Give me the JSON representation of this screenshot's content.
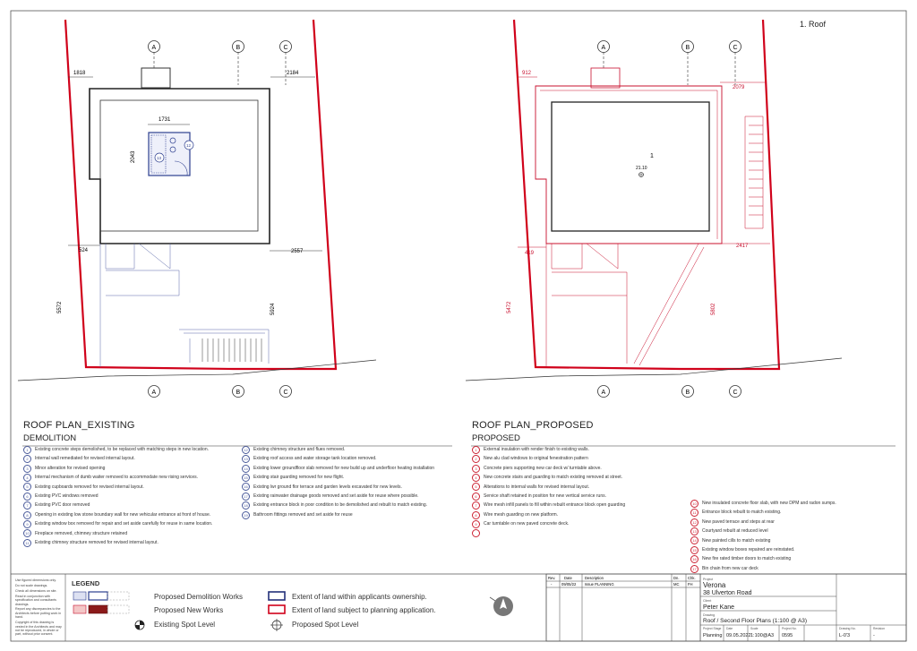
{
  "sheet_label": "1. Roof",
  "existing": {
    "title": "ROOF PLAN_EXISTING",
    "subtitle": "DEMOLITION",
    "grid_labels": [
      "A",
      "B",
      "C"
    ],
    "dims": {
      "top_left": "1818",
      "top_right": "2184",
      "mid_left": "524",
      "mid_right": "2557",
      "left_height": "5572",
      "right_height": "5924",
      "sink_w": "1731",
      "sink_h": "2043"
    },
    "tag_numbers": [
      "13",
      "12"
    ],
    "notes_col1": [
      {
        "n": "1",
        "t": "Existing concrete steps demolished, to be replaced with matching steps in new location."
      },
      {
        "n": "2",
        "t": "Internal wall remediated for revised internal layout."
      },
      {
        "n": "3",
        "t": "Minor alteration for revised opening"
      },
      {
        "n": "4",
        "t": "Internal mechanism of dumb waiter removed to accommodate new rising services."
      },
      {
        "n": "5",
        "t": "Existing cupboards removed for revised internal layout."
      },
      {
        "n": "6",
        "t": "Existing PVC windows removed"
      },
      {
        "n": "7",
        "t": "Existing PVC door removed"
      },
      {
        "n": "8",
        "t": "Opening in existing low stone boundary wall for new vehicular entrance at front of house."
      },
      {
        "n": "9",
        "t": "Existing window box removed for repair and set aside carefully for reuse in same location."
      },
      {
        "n": "10",
        "t": "Fireplace removed, chimney structure retained"
      },
      {
        "n": "11",
        "t": "Existing chimney structure removed for revised internal layout."
      }
    ],
    "notes_col2": [
      {
        "n": "12",
        "t": "Existing chimney structure and flues removed."
      },
      {
        "n": "13",
        "t": "Existing roof access and water storage tank location removed."
      },
      {
        "n": "14",
        "t": "Existing lower groundfloor slab removed for new build up and underfloor heating installation"
      },
      {
        "n": "15",
        "t": "Existing stair guarding removed for new flight."
      },
      {
        "n": "16",
        "t": "Existing lwr ground flor terrace and garden levels excavated for new levels."
      },
      {
        "n": "17",
        "t": "Existing rainwater drainage goods removed and set aside for reuse where possible."
      },
      {
        "n": "18",
        "t": "Existing entrance block in poor condition to be demolished and rebuilt to match existing."
      },
      {
        "n": "19",
        "t": "Bathroom fittings removed and set aside for reuse"
      }
    ]
  },
  "proposed": {
    "title": "ROOF PLAN_PROPOSED",
    "subtitle": "PROPOSED",
    "room_number": "1",
    "spot_level": "21.10",
    "dims": {
      "top_left": "912",
      "top_right": "2079",
      "mid_left": "419",
      "mid_right": "2417",
      "left_height": "5472",
      "right_height": "5802"
    },
    "notes_col1": [
      {
        "n": "1",
        "t": "External insulation with render finish to existing walls."
      },
      {
        "n": "2",
        "t": "New alu clad windows to original fenestration pattern"
      },
      {
        "n": "3",
        "t": "Concrete piers supporting new car deck w/ turntable above."
      },
      {
        "n": "4",
        "t": "New concrete stairs and guarding to match existing removed at street."
      },
      {
        "n": "5",
        "t": "Alterations to internal walls for revised internal layout."
      },
      {
        "n": "6",
        "t": "Service shaft retained in position for new vertical service runs."
      },
      {
        "n": "7",
        "t": "Wire mesh infill panels to fill within rebuilt entrance block open guarding"
      },
      {
        "n": "8",
        "t": "Wire mesh guarding on new platform."
      },
      {
        "n": "9",
        "t": "Car turntable on new paved concrete deck."
      },
      {
        "n": "",
        "t": ""
      }
    ],
    "notes_col2": [
      {
        "n": "10",
        "t": "New insulated concrete floor slab, with new DPM and radon sumps."
      },
      {
        "n": "11",
        "t": "Entrance block rebuilt to match existing."
      },
      {
        "n": "12",
        "t": "New paved terrace and steps at rear"
      },
      {
        "n": "13",
        "t": "Courtyard rebuilt at reduced level"
      },
      {
        "n": "14",
        "t": "New painted cills to match existing"
      },
      {
        "n": "15",
        "t": "Existing window boxes repaired are reinstated."
      },
      {
        "n": "16",
        "t": "New fire rated timber doors to match existing"
      },
      {
        "n": "17",
        "t": "Bin chain from new car deck"
      }
    ]
  },
  "disclaimer": [
    "Use figured dimensions only.",
    "Do not scale drawings.",
    "Check all dimensions on site.",
    "Read in conjunction with specification and consultants drawings.",
    "Report any discrepancies to the Architects before putting work in hand.",
    "Copyright of this drawing is vested in the Architects and may not be reproduced, in whole or part, without prior consent."
  ],
  "legend": {
    "title": "LEGEND",
    "items": [
      {
        "label": "Proposed Demolition Works"
      },
      {
        "label": "Proposed New Works"
      },
      {
        "label": "Existing Spot Level"
      },
      {
        "label": "Extent of land within applicants ownership."
      },
      {
        "label": "Extent of land subject to planning application."
      },
      {
        "label": "Proposed Spot Level"
      }
    ]
  },
  "revisions": {
    "headers": [
      "Rev.",
      "Date",
      "Description",
      "Dn.",
      "Chk."
    ],
    "rows": [
      [
        "-",
        "09/05/22",
        "Issue PLANNING",
        "MC",
        "FH"
      ]
    ]
  },
  "title_block": {
    "project_label": "Project",
    "project": "Verona",
    "address": "38 Ulverton Road",
    "client_label": "Client",
    "client": "Peter Kane",
    "drawing_label": "Drawing",
    "drawing": "Roof / Second Floor Plans (1:100 @ A3)",
    "footer_labels": [
      "Project Stage",
      "Date",
      "Scale",
      "Project No.",
      "Drawing No.",
      "Revision"
    ],
    "footer_values": [
      "Planning",
      "09.05.2022",
      "1:100@A3",
      "0595",
      "L-0'3",
      "-"
    ]
  },
  "colors": {
    "demolition": "#2d3f8f",
    "new_work": "#c8102e",
    "ownership": "#23307a",
    "planning": "#d0021b",
    "line": "#333333"
  }
}
